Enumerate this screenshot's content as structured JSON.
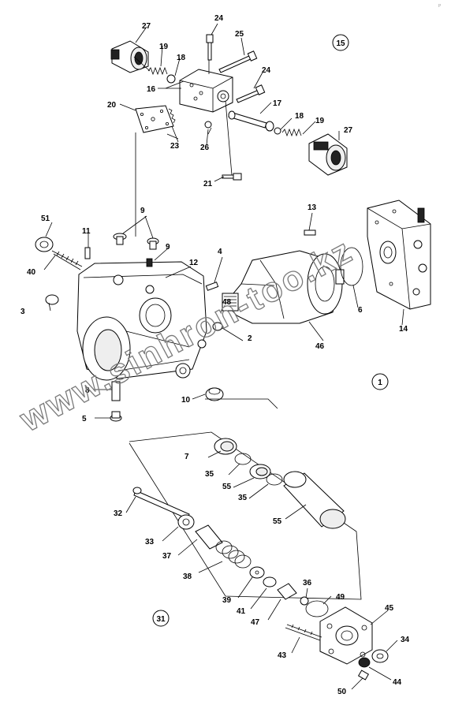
{
  "watermark": "www.sinhron-too.kz",
  "corner_mark": "P",
  "assembly_refs": [
    "15",
    "1",
    "31"
  ],
  "parts": [
    "1",
    "2",
    "3",
    "4",
    "5",
    "6",
    "7",
    "8",
    "9",
    "10",
    "11",
    "12",
    "13",
    "14",
    "15",
    "16",
    "17",
    "18",
    "19",
    "20",
    "21",
    "23",
    "24",
    "25",
    "26",
    "27",
    "31",
    "32",
    "33",
    "34",
    "35",
    "36",
    "37",
    "38",
    "39",
    "40",
    "41",
    "43",
    "44",
    "45",
    "46",
    "47",
    "48",
    "49",
    "50",
    "51",
    "55"
  ]
}
